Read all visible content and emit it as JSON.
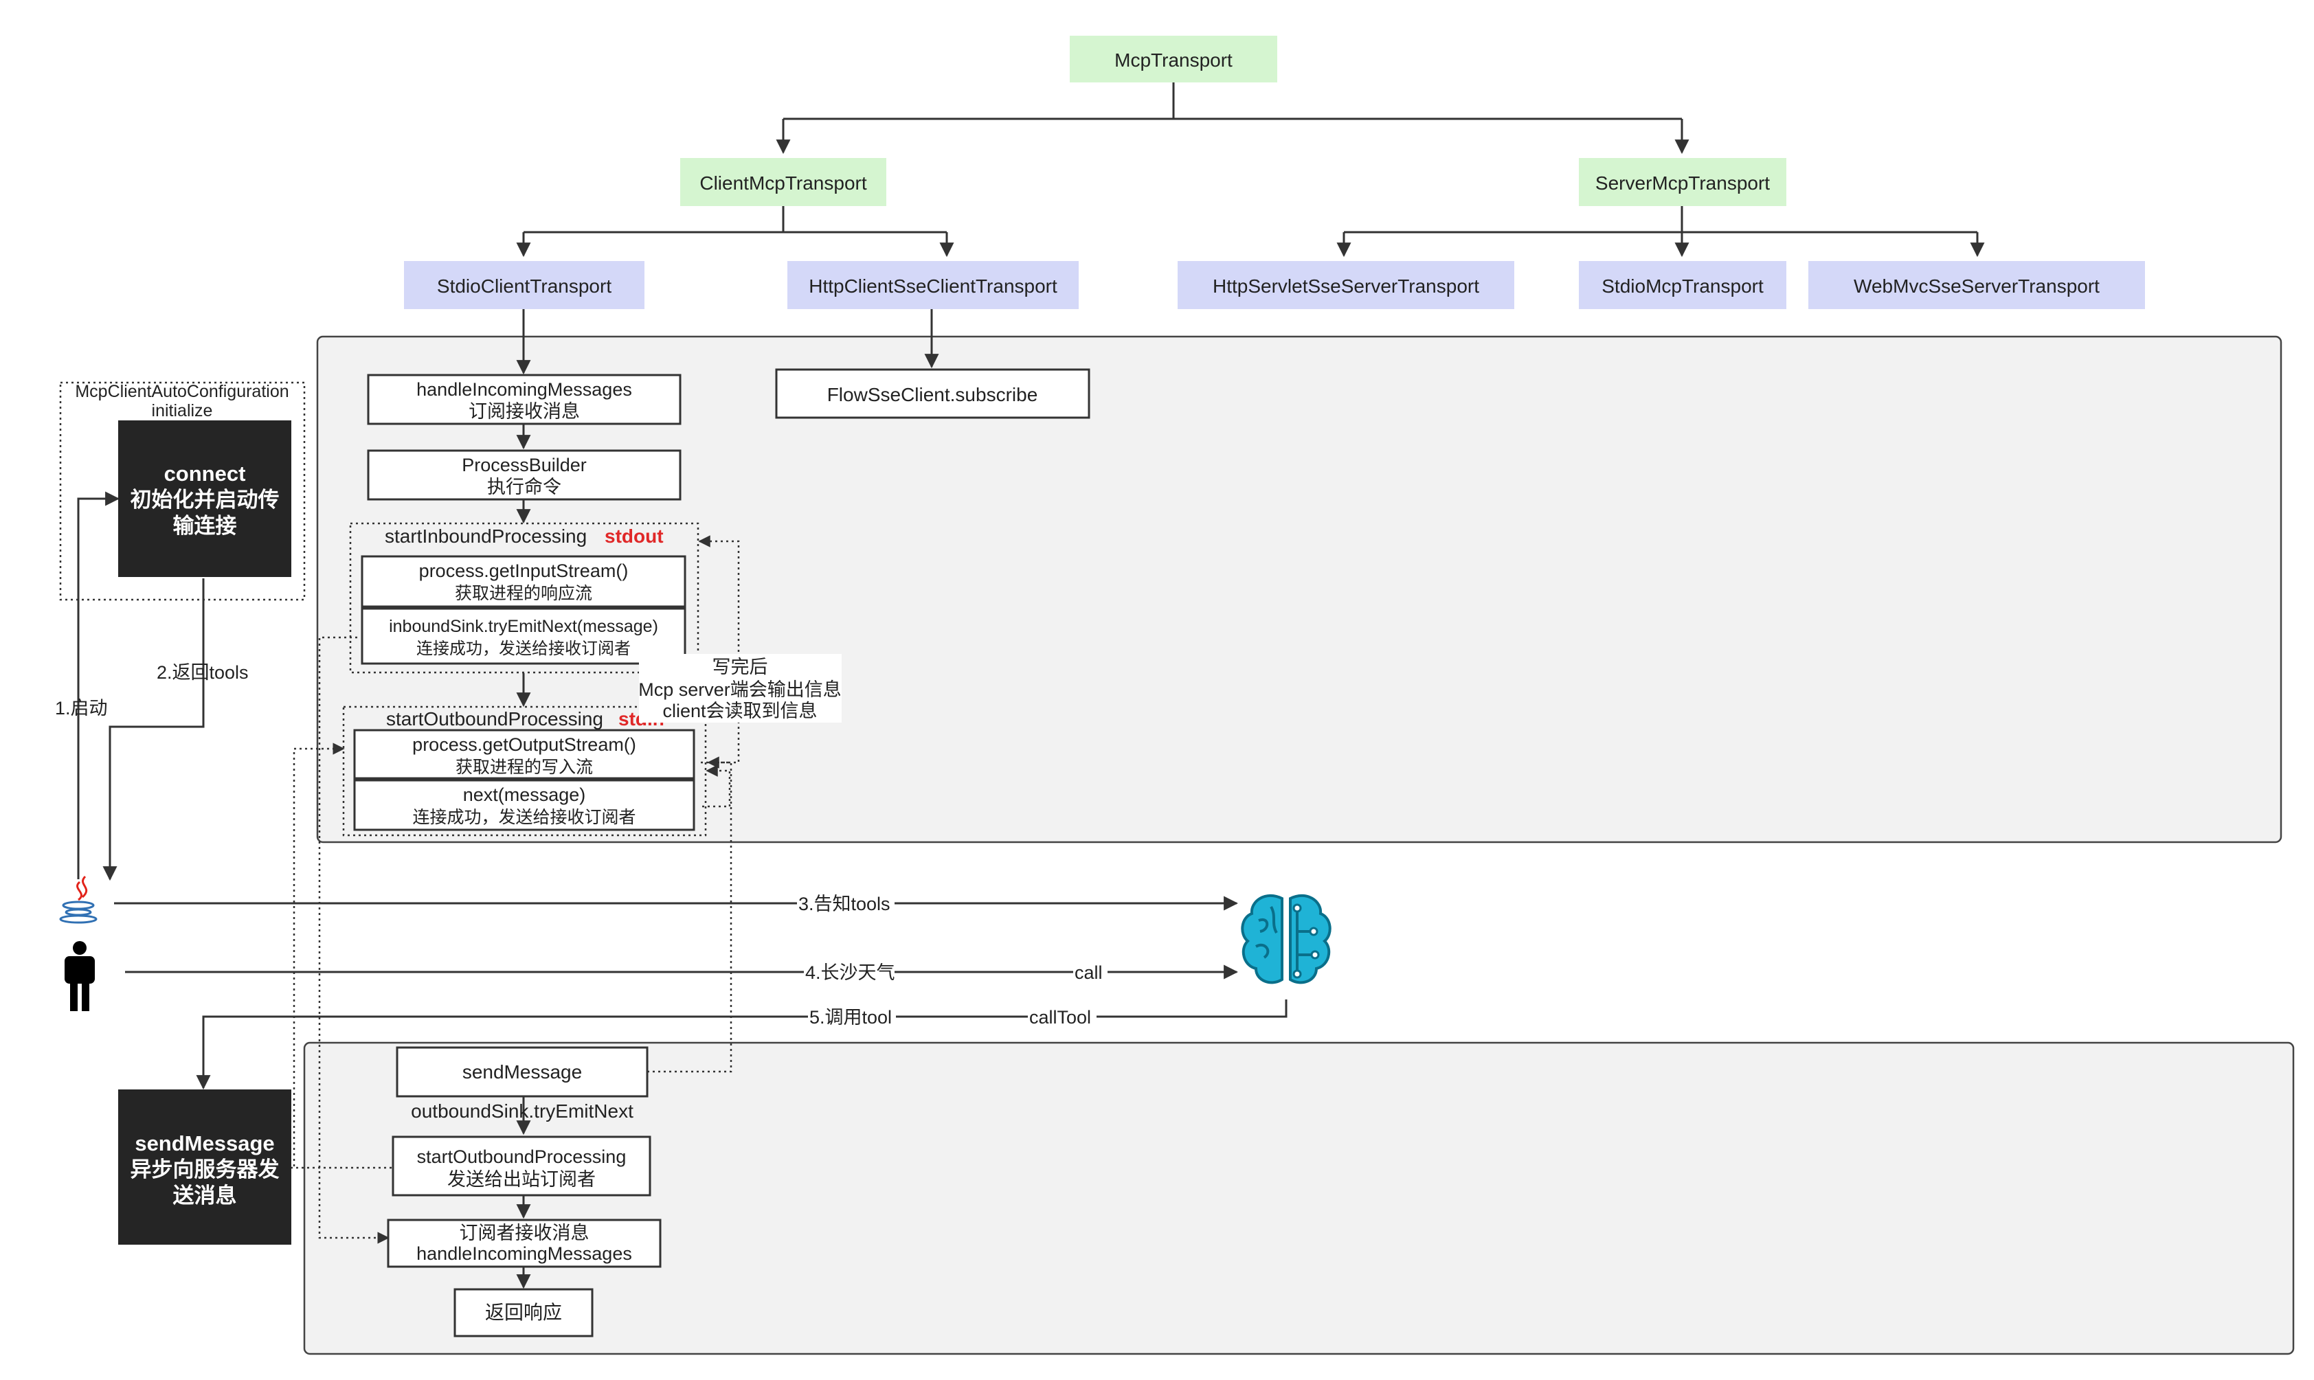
{
  "hierarchy": {
    "root": "McpTransport",
    "client": "ClientMcpTransport",
    "server": "ServerMcpTransport",
    "stdio_client": "StdioClientTransport",
    "http_client": "HttpClientSseClientTransport",
    "servlet": "HttpServletSseServerTransport",
    "stdio_server": "StdioMcpTransport",
    "webmvc": "WebMvcSseServerTransport",
    "flow_sse": "FlowSseClient.subscribe"
  },
  "init_flow": {
    "group_title": "McpClientAutoConfiguration",
    "group_subtitle": "initialize",
    "connect_lines": [
      "connect",
      "初始化并启动传",
      "输连接"
    ],
    "handle_incoming": [
      "handleIncomingMessages",
      "订阅接收消息"
    ],
    "process_builder": [
      "ProcessBuilder",
      "执行命令"
    ],
    "inbound_title": "startInboundProcessing",
    "inbound_tag": "stdout",
    "input_stream": [
      "process.getInputStream()",
      "获取进程的响应流"
    ],
    "inbound_sink": [
      "inboundSink.tryEmitNext(message)",
      "连接成功，发送给接收订阅者"
    ],
    "outbound_title": "startOutboundProcessing",
    "outbound_tag": "stdin",
    "output_stream": [
      "process.getOutputStream()",
      "获取进程的写入流"
    ],
    "next_message": [
      "next(message)",
      "连接成功，发送给接收订阅者"
    ],
    "note_lines": [
      "写完后",
      "Mcp server端会输出信息",
      "client会读取到信息"
    ]
  },
  "steps": {
    "start": "1.启动",
    "return_tools": "2.返回tools",
    "tell_tools": "3.告知tools",
    "weather": "4.长沙天气",
    "call": "call",
    "invoke_tool": "5.调用tool",
    "call_tool": "callTool"
  },
  "send_flow": {
    "send_lines": [
      "sendMessage",
      "异步向服务器发",
      "送消息"
    ],
    "send_message": "sendMessage",
    "outbound_sink": "outboundSink.tryEmitNext",
    "start_outbound": [
      "startOutboundProcessing",
      "发送给出站订阅者"
    ],
    "subscriber_receive": [
      "订阅者接收消息",
      "handleIncomingMessages"
    ],
    "return_response": "返回响应"
  },
  "icons": [
    "java-icon",
    "person-icon",
    "brain-icon"
  ],
  "colors": {
    "root_fill": "#d5f5d0",
    "class_fill": "#d4d8f8",
    "panel_fill": "#f2f2f2",
    "dark_fill": "#252525",
    "tag_red": "#e02828",
    "brain_cyan": "#1fb3d6",
    "line": "#333333"
  }
}
